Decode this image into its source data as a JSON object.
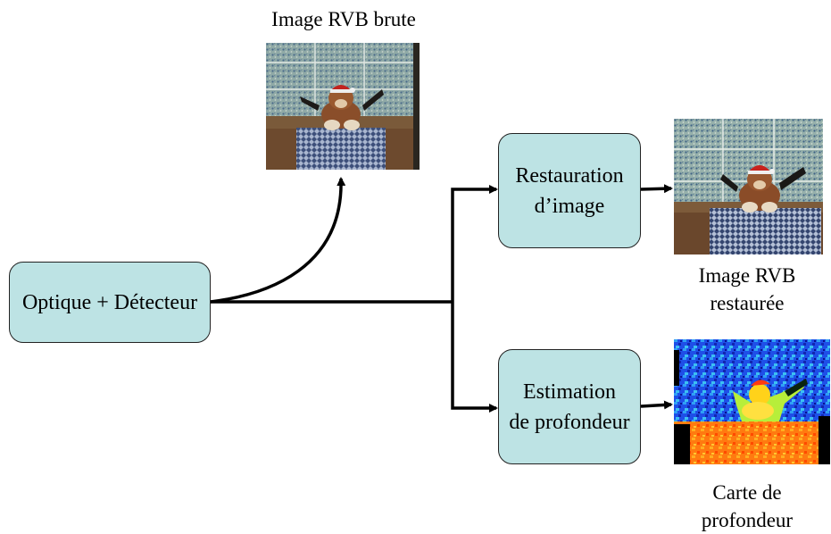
{
  "nodes": {
    "optics": "Optique + Détecteur",
    "restoration": [
      "Restauration",
      "d’image"
    ],
    "depth": [
      "Estimation",
      "de profondeur"
    ]
  },
  "captions": {
    "raw": "Image RVB brute",
    "restored": [
      "Image RVB",
      "restaurée"
    ],
    "depth_map": [
      "Carte de",
      "profondeur"
    ]
  }
}
